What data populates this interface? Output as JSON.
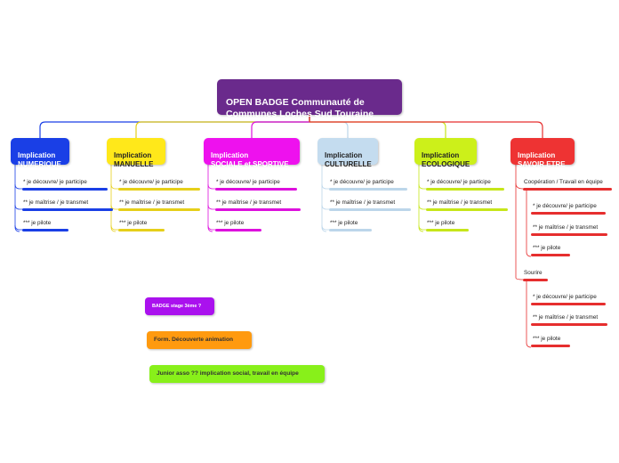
{
  "root": {
    "title": "OPEN BADGE Communauté de\nCommunes Loches Sud Touraine",
    "color": "#6a2a8c"
  },
  "branches": [
    {
      "label": "Implication\nNUMERIQUE",
      "color": "#1a3fe6",
      "text_color": "#ffffff",
      "line_color": "#1a3fe6",
      "items": [
        "* je découvre/ je participe",
        "** je maîtrise / je transmet",
        "*** je pilote"
      ]
    },
    {
      "label": "Implication\nMANUELLE",
      "color": "#ffe81a",
      "text_color": "#222222",
      "line_color": "#e6cf1a",
      "items": [
        "* je découvre/ je participe",
        "** je maîtrise / je transmet",
        "*** je pilote"
      ]
    },
    {
      "label": "Implication\nSOCIALE et SPORTIVE",
      "color": "#ee11ee",
      "text_color": "#ffffff",
      "line_color": "#dd11dd",
      "items": [
        "* je découvre/ je participe",
        "** je maîtrise / je transmet",
        "*** je pilote"
      ]
    },
    {
      "label": "Implication\nCULTURELLE",
      "color": "#c4dcef",
      "text_color": "#222222",
      "line_color": "#bcd6ea",
      "items": [
        "* je découvre/ je participe",
        "** je maîtrise / je transmet",
        "*** je pilote"
      ]
    },
    {
      "label": "Implication\nECOLOGIQUE",
      "color": "#ccf01a",
      "text_color": "#222222",
      "line_color": "#c6e61a",
      "items": [
        "* je découvre/ je participe",
        "** je maîtrise / je transmet",
        "*** je pilote"
      ]
    },
    {
      "label": "Implication\nSAVOIR ETRE",
      "color": "#ee3333",
      "text_color": "#ffffff",
      "line_color": "#e62e2e",
      "groups": [
        {
          "label": "Coopération / Travail en équipe",
          "items": [
            "* je découvre/ je participe",
            "** je maîtrise / je transmet",
            "*** je pilote"
          ]
        },
        {
          "label": "Sourire",
          "items": [
            "* je découvre/ je participe",
            "** je maîtrise / je transmet",
            "*** je pilote"
          ]
        }
      ]
    }
  ],
  "floating": [
    {
      "label": "BADGE stage 3ème ?",
      "color": "#aa11ee",
      "text_color": "#ffffff"
    },
    {
      "label": "Form. Découverte animation",
      "color": "#ff9a0f",
      "text_color": "#333333"
    },
    {
      "label": "Junior asso ?? implication social, travail en équipe",
      "color": "#88f01a",
      "text_color": "#333333"
    }
  ]
}
